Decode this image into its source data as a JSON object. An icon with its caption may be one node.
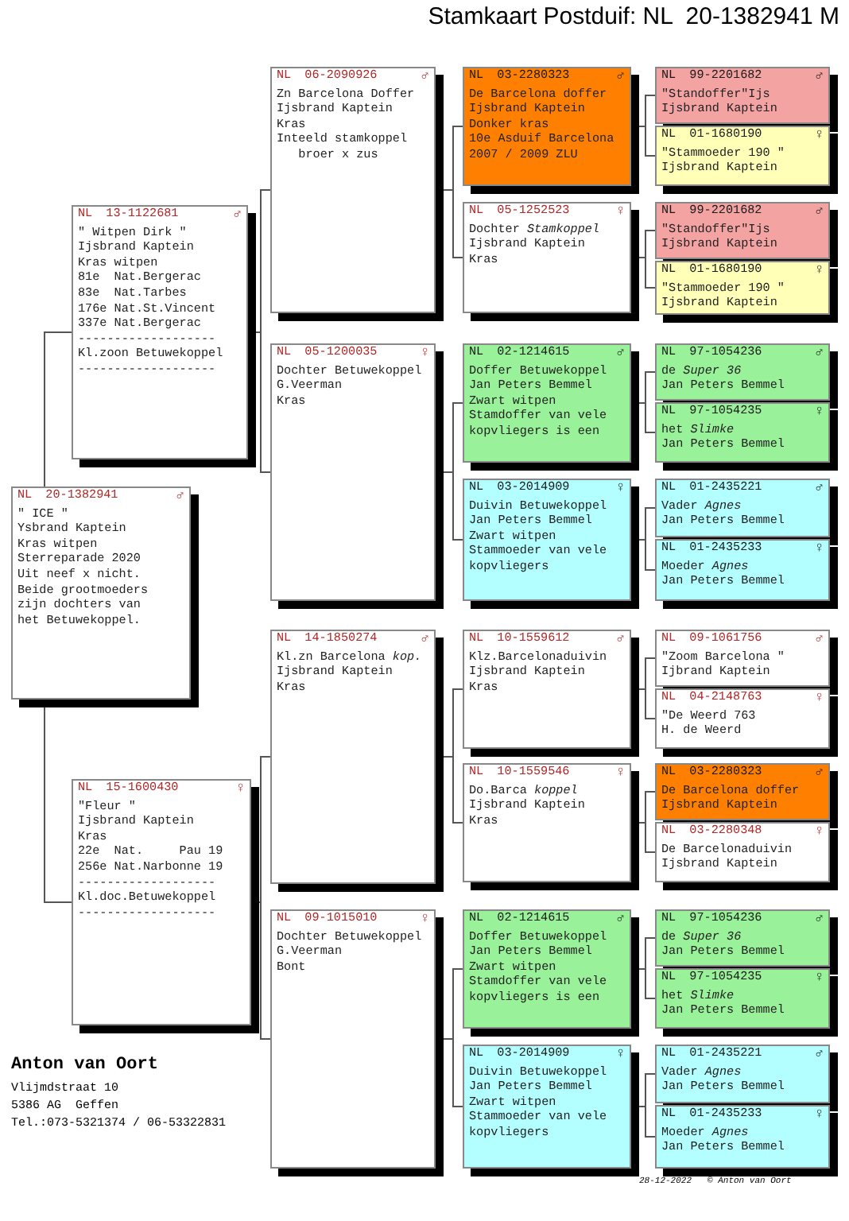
{
  "diagram": {
    "title": "Stamkaart Postduif: NL  20-1382941 M",
    "nodes": [
      {
        "text": [
          "NL 20-1382941",
          "♂",
          "\" ICE \"",
          "Ysbrand Kaptein",
          "Kras witpen",
          "Sterreparade 2020",
          "Uit neef x nicht. Beide grootmoeders zijn dochters van het Betuwekoppel."
        ]
      },
      {
        "text": [
          "NL 13-1122681",
          "♂",
          "\" Witpen Dirk \"",
          "Ijsbrand Kaptein",
          "Kras witpen",
          "81e  Nat.Bergerac",
          "83e  Nat.Tarbes",
          "176e Nat.St.Vincent",
          "337e Nat.Bergerac",
          "-------------------",
          "Kl.zoon Betuwekoppel",
          "-------------------"
        ]
      },
      {
        "text": [
          "NL 15-1600430",
          "♀",
          "\"Fleur \"",
          "Ijsbrand Kaptein",
          "Kras",
          "22e  Nat.     Pau 19",
          "256e Nat.Narbonne 19",
          "-------------------",
          "Kl.doc.Betuwekoppel",
          "-------------------"
        ]
      },
      {
        "text": [
          "NL 06-2090926",
          "♂",
          "Zn Barcelona Doffer",
          "Ijsbrand Kaptein",
          "Kras",
          "Inteeld stamkoppel",
          "   broer x zus"
        ]
      },
      {
        "text": [
          "NL 05-1200035",
          "♀",
          "Dochter Betuwekoppel",
          "G.Veerman",
          "Kras"
        ]
      },
      {
        "text": [
          "NL 14-1850274",
          "♂",
          "Kl.zn Barcelona *kop.*",
          "Ijsbrand Kaptein",
          "Kras"
        ]
      },
      {
        "text": [
          "NL 09-1015010",
          "♀",
          "Dochter Betuwekoppel",
          "G.Veerman",
          "Bont"
        ]
      },
      {
        "text": [
          "NL 03-2280323",
          "♂",
          "De Barcelona doffer",
          "Ijsbrand Kaptein",
          "Donker kras",
          "10e Asduif Barcelona",
          "2007 / 2009 ZLU"
        ]
      },
      {
        "text": [
          "NL 05-1252523",
          "♀",
          "Dochter *Stamkoppel*",
          "Ijsbrand Kaptein",
          "Kras"
        ]
      },
      {
        "text": [
          "NL 02-1214615",
          "♂",
          "Doffer Betuwekoppel",
          "Jan Peters Bemmel",
          "Zwart witpen",
          "Stamdoffer van vele kopvliegers is een"
        ]
      },
      {
        "text": [
          "NL 03-2014909",
          "♀",
          "Duivin Betuwekoppel",
          "Jan Peters Bemmel",
          "Zwart witpen",
          "Stammoeder van vele kopvliegers"
        ]
      },
      {
        "text": [
          "NL 10-1559612",
          "♂",
          "Klz.Barcelonaduivin",
          "Ijsbrand Kaptein",
          "Kras"
        ]
      },
      {
        "text": [
          "NL 10-1559546",
          "♀",
          "Do.Barca *koppel*",
          "Ijsbrand Kaptein",
          "Kras"
        ]
      },
      {
        "text": [
          "NL 02-1214615",
          "♂",
          "Doffer Betuwekoppel",
          "Jan Peters Bemmel",
          "Zwart witpen",
          "Stamdoffer van vele kopvliegers is een"
        ]
      },
      {
        "text": [
          "NL 03-2014909",
          "♀",
          "Duivin Betuwekoppel",
          "Jan Peters Bemmel",
          "Zwart witpen",
          "Stammoeder van vele kopvliegers"
        ]
      },
      {
        "text": [
          "NL 99-2201682",
          "♂",
          "\"Standoffer\"Ijs",
          "Ijsbrand Kaptein"
        ]
      },
      {
        "text": [
          "NL 01-1680190",
          "♀",
          "\"Stammoeder 190 \"",
          "Ijsbrand Kaptein"
        ]
      },
      {
        "text": [
          "NL 99-2201682",
          "♂",
          "\"Standoffer\"Ijs",
          "Ijsbrand Kaptein"
        ]
      },
      {
        "text": [
          "NL 01-1680190",
          "♀",
          "\"Stammoeder 190 \"",
          "Ijsbrand Kaptein"
        ]
      },
      {
        "text": [
          "NL 97-1054236",
          "♂",
          "de *Super 36*",
          "Jan Peters Bemmel"
        ]
      },
      {
        "text": [
          "NL 97-1054235",
          "♀",
          "het *Slimke*",
          "Jan Peters Bemmel"
        ]
      },
      {
        "text": [
          "NL 01-2435221",
          "♂",
          "Vader *Agnes*",
          "Jan Peters Bemmel"
        ]
      },
      {
        "text": [
          "NL 01-2435233",
          "♀",
          "Moeder *Agnes*",
          "Jan Peters Bemmel"
        ]
      },
      {
        "text": [
          "NL 09-1061756",
          "♂",
          "\"Zoom Barcelona \"",
          "Ijbrand Kaptein"
        ]
      },
      {
        "text": [
          "NL 04-2148763",
          "♀",
          "\"De Weerd 763",
          "H. de Weerd"
        ]
      },
      {
        "text": [
          "NL 03-2280323",
          "♂",
          "De Barcelona doffer",
          "Ijsbrand Kaptein"
        ]
      },
      {
        "text": [
          "NL 03-2280348",
          "♀",
          "De Barcelonaduivin",
          "Ijsbrand Kaptein"
        ]
      },
      {
        "text": [
          "NL 97-1054236",
          "♂",
          "de *Super 36*",
          "Jan Peters Bemmel"
        ]
      },
      {
        "text": [
          "NL 97-1054235",
          "♀",
          "het *Slimke*",
          "Jan Peters Bemmel"
        ]
      },
      {
        "text": [
          "NL 01-2435221",
          "♂",
          "Vader *Agnes*",
          "Jan Peters Bemmel"
        ]
      },
      {
        "text": [
          "NL 01-2435233",
          "♀",
          "Moeder *Agnes*",
          "Jan Peters Bemmel"
        ]
      }
    ],
    "edges": [
      {
        "from": 0,
        "to": 1,
        "arrow": "none"
      },
      {
        "from": 0,
        "to": 2,
        "arrow": "none"
      },
      {
        "from": 1,
        "to": 3,
        "arrow": "none"
      },
      {
        "from": 1,
        "to": 4,
        "arrow": "none"
      },
      {
        "from": 2,
        "to": 5,
        "arrow": "none"
      },
      {
        "from": 2,
        "to": 6,
        "arrow": "none"
      },
      {
        "from": 3,
        "to": 7,
        "arrow": "none"
      },
      {
        "from": 3,
        "to": 8,
        "arrow": "none"
      },
      {
        "from": 4,
        "to": 9,
        "arrow": "none"
      },
      {
        "from": 4,
        "to": 10,
        "arrow": "none"
      },
      {
        "from": 5,
        "to": 11,
        "arrow": "none"
      },
      {
        "from": 5,
        "to": 12,
        "arrow": "none"
      },
      {
        "from": 6,
        "to": 13,
        "arrow": "none"
      },
      {
        "from": 6,
        "to": 14,
        "arrow": "none"
      },
      {
        "from": 7,
        "to": 15,
        "arrow": "none"
      },
      {
        "from": 7,
        "to": 16,
        "arrow": "none"
      },
      {
        "from": 8,
        "to": 17,
        "arrow": "none"
      },
      {
        "from": 8,
        "to": 18,
        "arrow": "none"
      },
      {
        "from": 9,
        "to": 19,
        "arrow": "none"
      },
      {
        "from": 9,
        "to": 20,
        "arrow": "none"
      },
      {
        "from": 10,
        "to": 21,
        "arrow": "none"
      },
      {
        "from": 10,
        "to": 22,
        "arrow": "none"
      },
      {
        "from": 11,
        "to": 23,
        "arrow": "none"
      },
      {
        "from": 11,
        "to": 24,
        "arrow": "none"
      },
      {
        "from": 12,
        "to": 25,
        "arrow": "none"
      },
      {
        "from": 12,
        "to": 26,
        "arrow": "none"
      },
      {
        "from": 13,
        "to": 27,
        "arrow": "none"
      },
      {
        "from": 13,
        "to": 28,
        "arrow": "none"
      },
      {
        "from": 14,
        "to": 29,
        "arrow": "none"
      },
      {
        "from": 14,
        "to": 30,
        "arrow": "none"
      }
    ],
    "labels": [
      "Anton van Oort",
      "Vlijmdstraat 10",
      "5386 AG  Geffen",
      "Tel.:073-5321374 / 06-53322831",
      "28-12-2022",
      "© Anton van Oort"
    ]
  }
}
